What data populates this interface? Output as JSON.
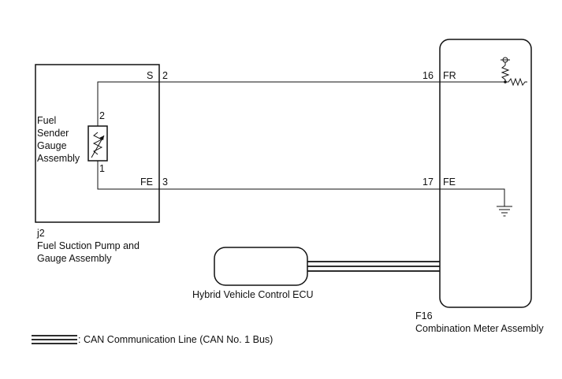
{
  "components": {
    "pump_assembly": {
      "code": "j2",
      "name_line1": "Fuel Suction Pump and",
      "name_line2": "Gauge Assembly",
      "terminal_s": {
        "name": "S",
        "number": "2"
      },
      "terminal_fe": {
        "name": "FE",
        "number": "3"
      }
    },
    "sender_gauge": {
      "label_line1": "Fuel",
      "label_line2": "Sender",
      "label_line3": "Gauge",
      "label_line4": "Assembly",
      "pin_top": "2",
      "pin_bottom": "1"
    },
    "combination_meter": {
      "code": "F16",
      "name": "Combination Meter Assembly",
      "terminal_fr": {
        "number": "16",
        "name": "FR"
      },
      "terminal_fe": {
        "number": "17",
        "name": "FE"
      }
    },
    "hybrid_ecu": {
      "name": "Hybrid Vehicle Control ECU"
    }
  },
  "legend": {
    "can_line_label": ": CAN Communication Line (CAN No. 1 Bus)"
  }
}
